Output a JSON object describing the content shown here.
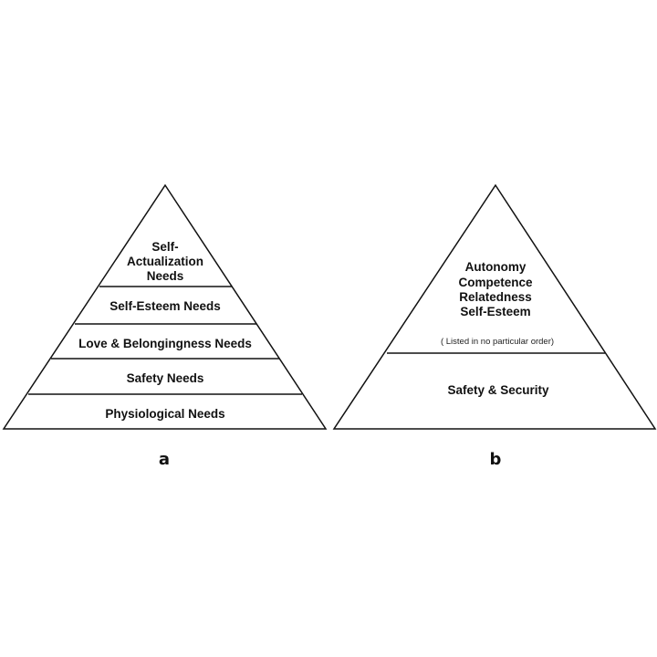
{
  "pyramid_a": {
    "label": "a",
    "levels": {
      "self_actualization": [
        "Self-",
        "Actualization",
        "Needs"
      ],
      "self_esteem": "Self-Esteem Needs",
      "love": "Love & Belongingness Needs",
      "safety": "Safety Needs",
      "physiological": "Physiological Needs"
    }
  },
  "pyramid_b": {
    "label": "b",
    "top": [
      "Autonomy",
      "Competence",
      "Relatedness",
      "Self-Esteem"
    ],
    "note": "( Listed in no particular order)",
    "bottom": "Safety & Security"
  },
  "colors": {
    "stroke": "#111111",
    "fill": "#ffffff",
    "text": "#111111"
  }
}
